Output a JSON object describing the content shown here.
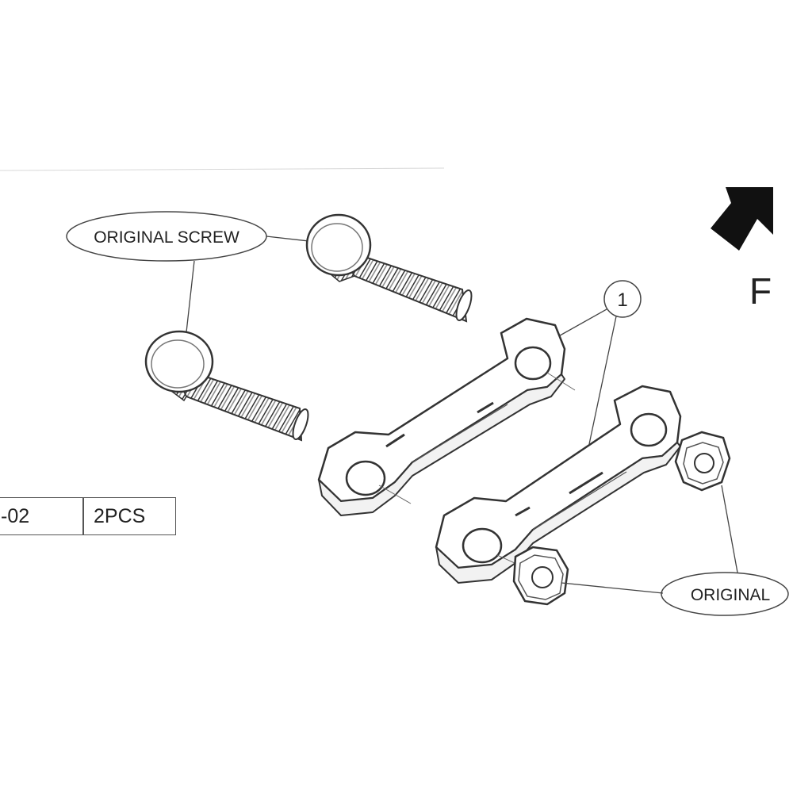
{
  "labels": {
    "original_screw": "ORIGINAL SCREW",
    "original_nut": "ORIGINAL",
    "part_callout": "1",
    "direction_letter": "F"
  },
  "parts_table": {
    "part_no": "-02",
    "quantity": "2PCS"
  },
  "link_engravings": {
    "upper_link_text": "",
    "lower_link_text": ""
  },
  "icons": {
    "direction": "front-arrow-icon"
  },
  "colors": {
    "line": "#333333",
    "fill": "#ffffff"
  }
}
